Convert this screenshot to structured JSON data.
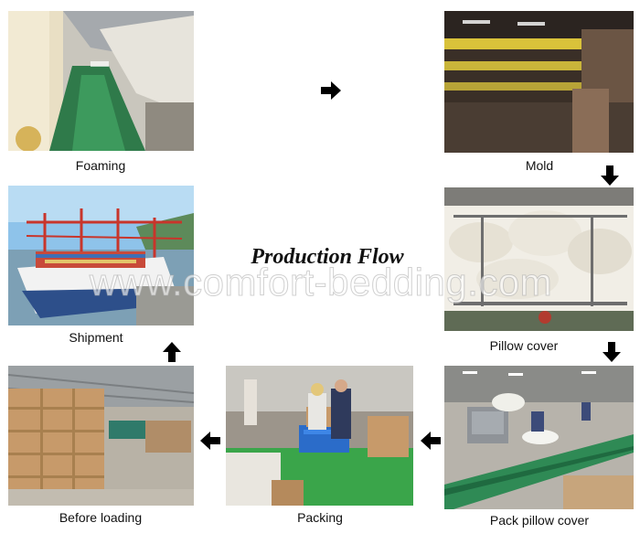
{
  "title": "Production Flow",
  "watermark": "www.comfort-bedding.com",
  "steps": [
    {
      "label": "Foaming"
    },
    {
      "label": "Mold"
    },
    {
      "label": "Pillow cover"
    },
    {
      "label": "Pack pillow cover"
    },
    {
      "label": "Packing"
    },
    {
      "label": "Before loading"
    },
    {
      "label": "Shipment"
    }
  ],
  "colors": {
    "arrow": "#000000",
    "conveyor_green": "#2f7a4a",
    "foam_cream": "#efe6c9",
    "mold_yellow": "#d9c23a",
    "cardboard": "#c79a6a",
    "sky": "#8ec3ea",
    "crane_red": "#c8352b"
  }
}
